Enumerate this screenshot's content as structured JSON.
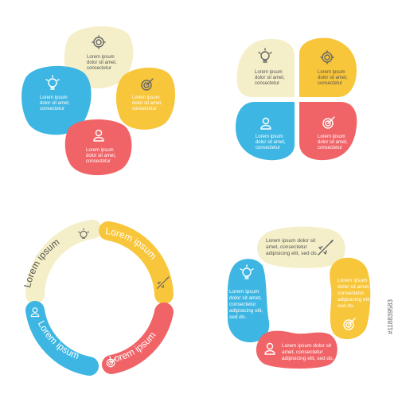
{
  "colors": {
    "cream": "#F4EFC8",
    "yellow": "#F8C63A",
    "blue": "#3DB6E3",
    "red": "#F06468"
  },
  "d1": {
    "top": {
      "l1": "Lorem ipsum",
      "l2": "dolor sit amet,",
      "l3": "consectetur"
    },
    "left": {
      "l1": "Lorem ipsum",
      "l2": "dolor sit amet,",
      "l3": "consectetur"
    },
    "right": {
      "l1": "Lorem ipsum",
      "l2": "dolor sit amet,",
      "l3": "consectetur"
    },
    "bottom": {
      "l1": "Lorem ipsum",
      "l2": "dolor sit amet,",
      "l3": "consectetur"
    }
  },
  "d2": {
    "tl": {
      "l1": "Lorem ipsum",
      "l2": "dolor sit amet,",
      "l3": "consectetur"
    },
    "tr": {
      "l1": "Lorem ipsum",
      "l2": "dolor sit amet,",
      "l3": "consectetur"
    },
    "bl": {
      "l1": "Lorem ipsum",
      "l2": "dolor sit amet,",
      "l3": "consectetur"
    },
    "br": {
      "l1": "Lorem ipsum",
      "l2": "dolor sit amet,",
      "l3": "consectetur"
    }
  },
  "d3": {
    "a": "Lorem ipsum",
    "b": "Lorem ipsum",
    "c": "Lorem ipsum",
    "d": "Lorem ipsum"
  },
  "d4": {
    "top": {
      "l1": "Lorem ipsum dolor sit",
      "l2": "amet, consectetur",
      "l3": "adipisicing elit, sed do."
    },
    "left": {
      "l1": "Lorem ipsum",
      "l2": "dolor sit amet,",
      "l3": "consectetur",
      "l4": "adipisicing elit,",
      "l5": "sed do."
    },
    "right": {
      "l1": "Lorem ipsum",
      "l2": "dolor sit amet,",
      "l3": "consectetur",
      "l4": "adipisicing elit,",
      "l5": "sed do."
    },
    "bottom": {
      "l1": "Lorem ipsum dolor sit",
      "l2": "amet, consectetur",
      "l3": "adipisicing elit, sed do."
    }
  },
  "stock_id": "#118839583",
  "icons": [
    "gear-icon",
    "lightbulb-icon",
    "target-icon",
    "person-icon",
    "rocket-icon"
  ]
}
